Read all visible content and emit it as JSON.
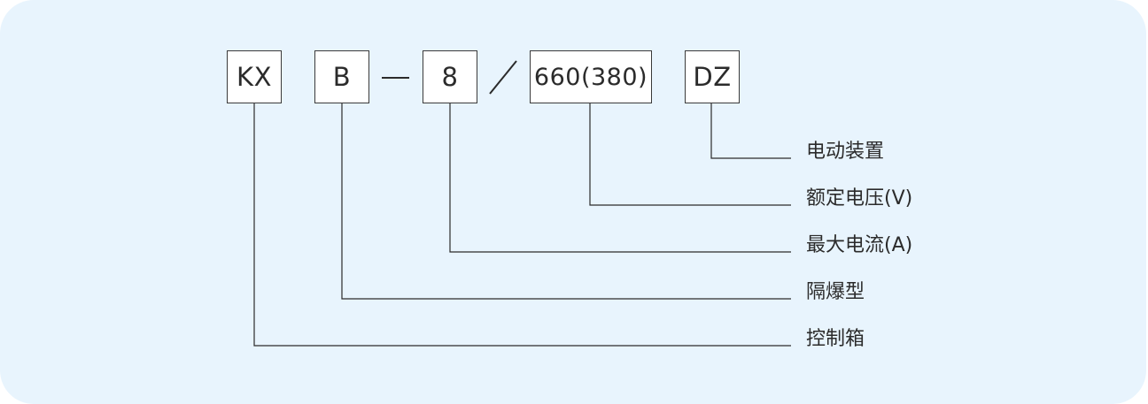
{
  "codes": [
    {
      "id": "kx",
      "text": "KX"
    },
    {
      "id": "b",
      "text": "B"
    },
    {
      "id": "current",
      "text": "8"
    },
    {
      "id": "voltage",
      "text": "660(380)"
    },
    {
      "id": "dz",
      "text": "DZ"
    }
  ],
  "labels": {
    "electric_device": "电动装置",
    "rated_voltage": "额定电压(V)",
    "max_current": "最大电流(A)",
    "explosion_proof": "隔爆型",
    "control_box": "控制箱"
  },
  "colors": {
    "background": "#e8f4fd",
    "line": "#2b2b2b",
    "box_fill": "#ffffff"
  }
}
